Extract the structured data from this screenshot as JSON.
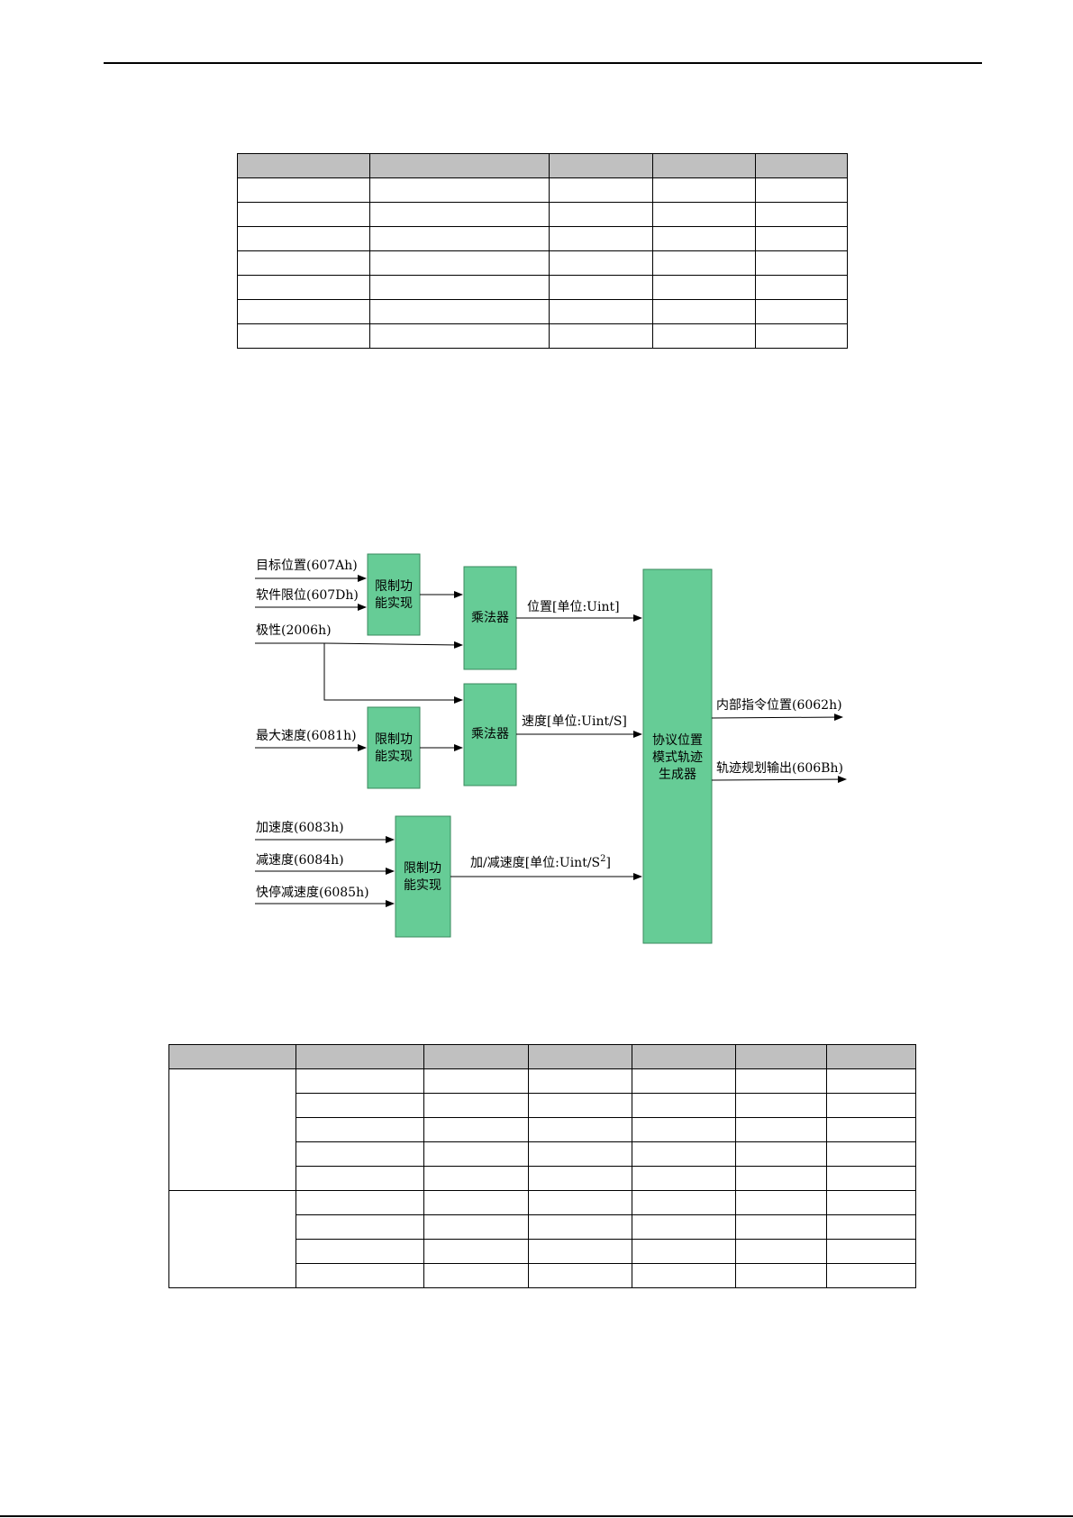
{
  "colors": {
    "block_fill": "#66cc96",
    "block_stroke": "#3a8a5e",
    "header_fill": "#c0c0c0"
  },
  "table1": {
    "columns": 5,
    "rows": 7
  },
  "table2": {
    "columns": 7,
    "rows": 9,
    "merged_groups": [
      5,
      4
    ]
  },
  "diagram": {
    "inputs": {
      "target_position": "目标位置(607Ah)",
      "software_limit": "软件限位(607Dh)",
      "polarity": "极性(2006h)",
      "max_speed": "最大速度(6081h)",
      "acceleration": "加速度(6083h)",
      "deceleration": "减速度(6084h)",
      "quick_stop_decel": "快停减速度(6085h)"
    },
    "blocks": {
      "limit_1": [
        "限制功",
        "能实现"
      ],
      "limit_2": [
        "限制功",
        "能实现"
      ],
      "limit_3": [
        "限制功",
        "能实现"
      ],
      "multiplier_1": "乘法器",
      "multiplier_2": "乘法器",
      "generator": [
        "协议位置",
        "模式轨迹",
        "生成器"
      ]
    },
    "signals": {
      "position": "位置[单位:Uint]",
      "speed": "速度[单位:Uint/S]",
      "accel_decel_prefix": "加/减速度[单位:Uint/S",
      "accel_decel_sup": "2",
      "accel_decel_suffix": "]"
    },
    "outputs": {
      "internal_position": "内部指令位置(6062h)",
      "trajectory_output": "轨迹规划输出(606Bh)"
    }
  }
}
